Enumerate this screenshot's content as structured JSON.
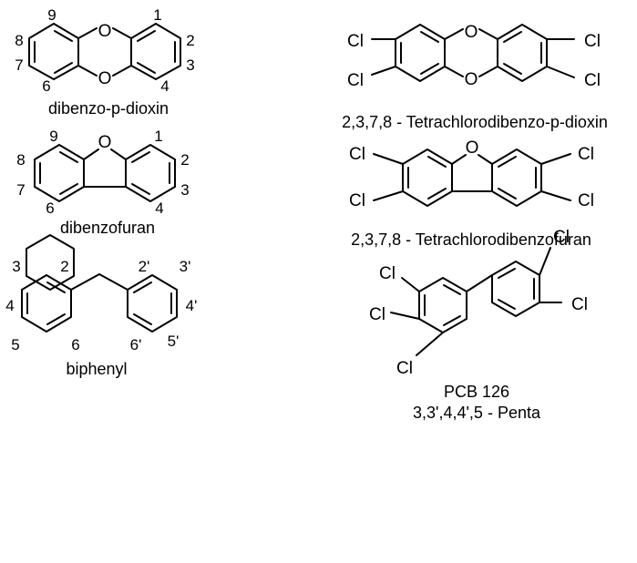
{
  "atoms": {
    "oxygen": "O",
    "chlorine": "Cl"
  },
  "dioxin": {
    "caption": "dibenzo-p-dioxin",
    "positions": [
      "1",
      "2",
      "3",
      "4",
      "6",
      "7",
      "8",
      "9"
    ]
  },
  "tcdd": {
    "caption": "2,3,7,8 - Tetrachlorodibenzo-p-dioxin"
  },
  "furan": {
    "caption": "dibenzofuran",
    "positions": [
      "1",
      "2",
      "3",
      "4",
      "6",
      "7",
      "8",
      "9"
    ]
  },
  "tcdf": {
    "caption": "2,3,7,8 - Tetrachlorodibenzofuran"
  },
  "biphenyl": {
    "caption": "biphenyl",
    "positions": [
      "2",
      "3",
      "4",
      "5",
      "6",
      "2'",
      "3'",
      "4'",
      "5'",
      "6'"
    ]
  },
  "pcb": {
    "caption_line1": "PCB 126",
    "caption_line2": "3,3',4,4',5 - Penta"
  }
}
